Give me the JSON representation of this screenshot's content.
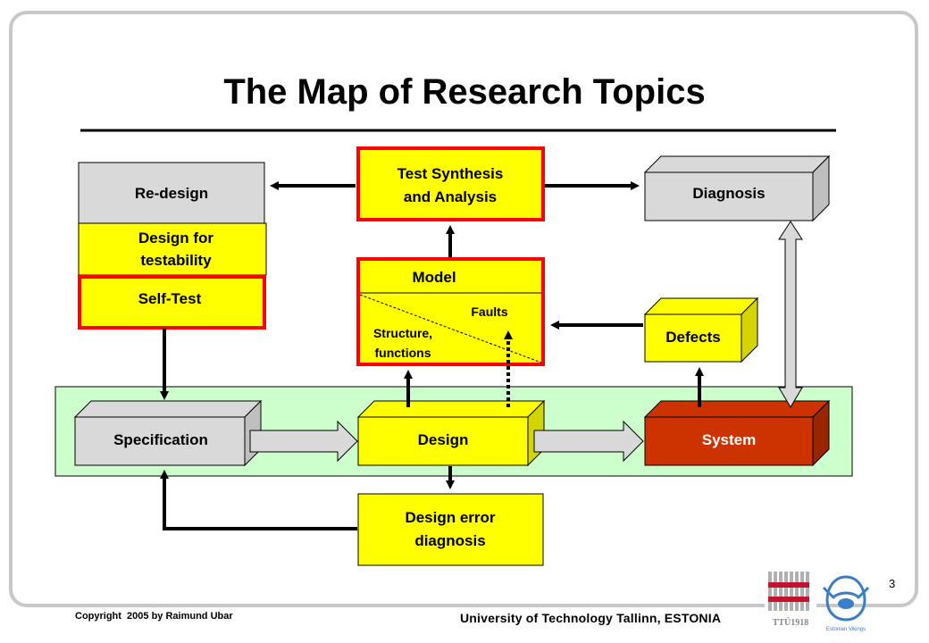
{
  "slide": {
    "title": "The Map of Research Topics",
    "page_number": "3",
    "copyright": "Copyright  2005 by Raimund Ubar",
    "university": "University of Technology Tallinn, ESTONIA",
    "logo_ttu_text": "TTÜ1918",
    "logo_viking_text": "Estonian Vikings"
  },
  "boxes": {
    "redesign": "Re-design",
    "dft_line1": "Design for",
    "dft_line2": "testability",
    "selftest": "Self-Test",
    "test_synth_line1": "Test Synthesis",
    "test_synth_line2": "and Analysis",
    "diagnosis": "Diagnosis",
    "model": "Model",
    "model_faults": "Faults",
    "model_structure_line1": "Structure,",
    "model_structure_line2": "functions",
    "defects": "Defects",
    "specification": "Specification",
    "design": "Design",
    "system": "System",
    "design_error_line1": "Design error",
    "design_error_line2": "diagnosis"
  },
  "colors": {
    "yellow": "#ffff00",
    "red_border": "#ff0000",
    "gray_box": "#d9d9d9",
    "green_band": "#ccffcc",
    "system_fill": "#cc3300"
  }
}
